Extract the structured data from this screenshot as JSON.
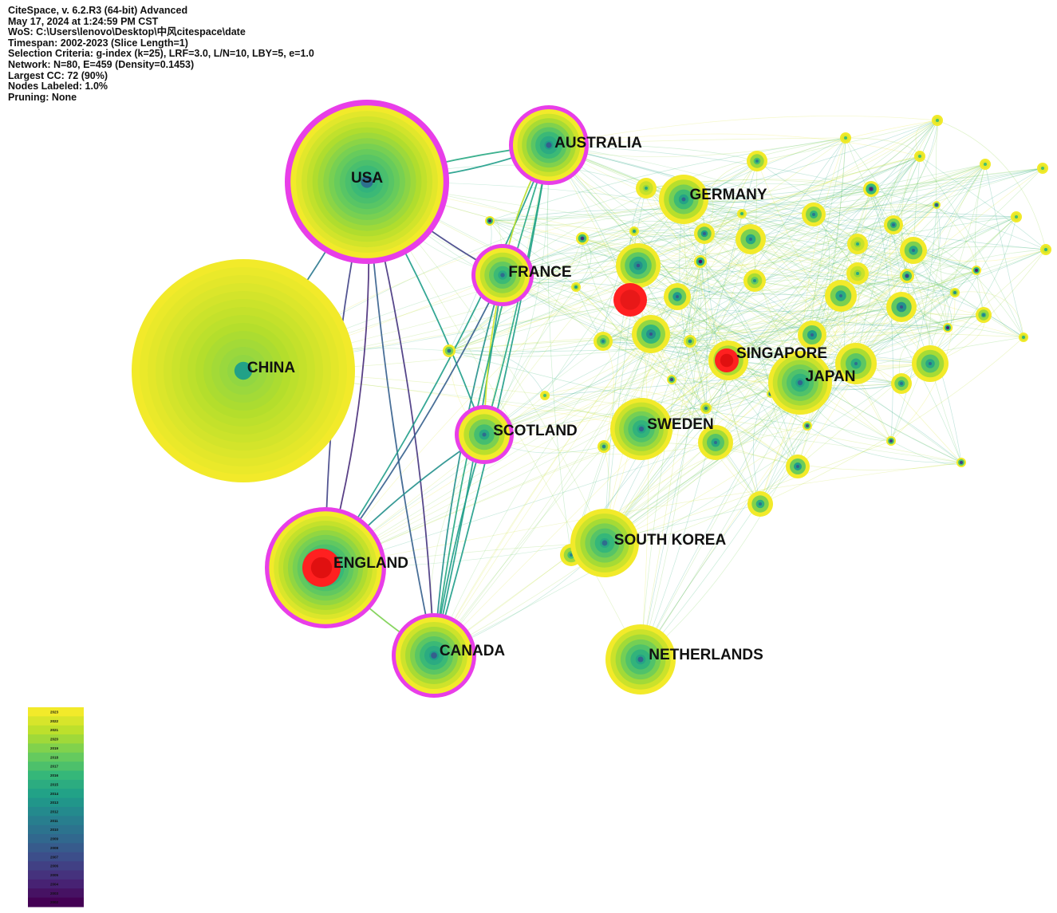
{
  "header": {
    "lines": [
      "CiteSpace, v. 6.2.R3 (64-bit) Advanced",
      "May 17, 2024 at 1:24:59 PM CST",
      "WoS: C:\\Users\\lenovo\\Desktop\\中风citespace\\date",
      "Timespan: 2002-2023 (Slice Length=1)",
      "Selection Criteria: g-index (k=25), LRF=3.0, L/N=10, LBY=5, e=1.0",
      "Network: N=80, E=459 (Density=0.1453)",
      "Largest CC: 72 (90%)",
      "Nodes Labeled: 1.0%",
      "Pruning: None"
    ]
  },
  "network": {
    "labeled_nodes": [
      {
        "id": "usa",
        "label": "USA",
        "centrality_ring": true,
        "burst": false
      },
      {
        "id": "china",
        "label": "CHINA",
        "centrality_ring": false,
        "burst": false
      },
      {
        "id": "england",
        "label": "ENGLAND",
        "centrality_ring": true,
        "burst": true
      },
      {
        "id": "australia",
        "label": "AUSTRALIA",
        "centrality_ring": true,
        "burst": false
      },
      {
        "id": "germany",
        "label": "GERMANY",
        "centrality_ring": false,
        "burst": false
      },
      {
        "id": "france",
        "label": "FRANCE",
        "centrality_ring": true,
        "burst": false
      },
      {
        "id": "scotland",
        "label": "SCOTLAND",
        "centrality_ring": true,
        "burst": false
      },
      {
        "id": "canada",
        "label": "CANADA",
        "centrality_ring": true,
        "burst": false
      },
      {
        "id": "singapore",
        "label": "SINGAPORE",
        "centrality_ring": false,
        "burst": true
      },
      {
        "id": "japan",
        "label": "JAPAN",
        "centrality_ring": false,
        "burst": false
      },
      {
        "id": "sweden",
        "label": "SWEDEN",
        "centrality_ring": false,
        "burst": false
      },
      {
        "id": "south_korea",
        "label": "SOUTH KOREA",
        "centrality_ring": false,
        "burst": false
      },
      {
        "id": "netherlands",
        "label": "NETHERLANDS",
        "centrality_ring": false,
        "burst": false
      }
    ],
    "colors": {
      "centrality_ring": "#e83ee8",
      "burst": "#ff2020",
      "newest": "#f2ea2a",
      "oldest": "#440154"
    }
  },
  "legend": {
    "years": [
      "2023",
      "2022",
      "2021",
      "2020",
      "2019",
      "2018",
      "2017",
      "2016",
      "2015",
      "2014",
      "2013",
      "2012",
      "2011",
      "2010",
      "2009",
      "2008",
      "2007",
      "2006",
      "2005",
      "2004",
      "2003",
      "2002"
    ]
  }
}
